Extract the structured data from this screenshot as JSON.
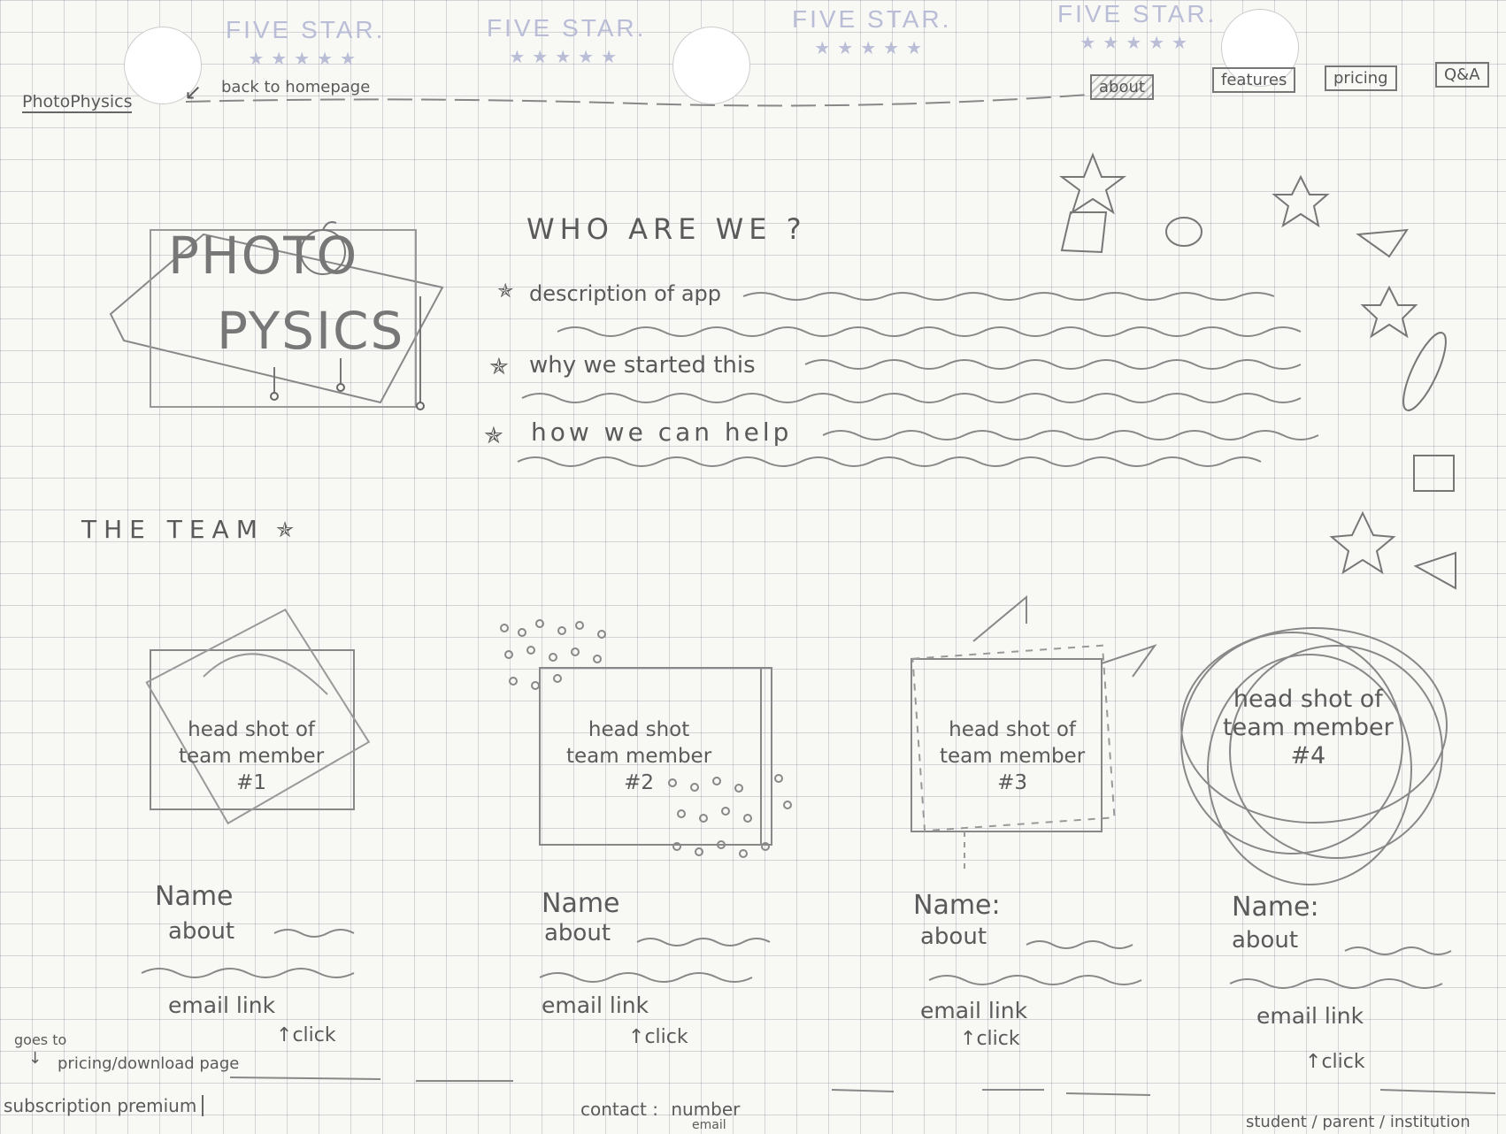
{
  "brand": {
    "name": "FIVE STAR.",
    "stars": "★★★★★"
  },
  "header": {
    "site_logo": "PhotoPhysics",
    "back_note": "back to homepage",
    "nav": [
      {
        "label": "about",
        "active": true
      },
      {
        "label": "features",
        "active": false
      },
      {
        "label": "pricing",
        "active": false
      },
      {
        "label": "Q&A",
        "active": false
      }
    ]
  },
  "hero": {
    "logo_line1": "PHOTO",
    "logo_line2": "PYSICS",
    "heading": "WHO ARE WE ?",
    "points": [
      "description of app",
      "why we started this",
      "how we can help"
    ]
  },
  "team": {
    "heading": "THE TEAM",
    "members": [
      {
        "headshot_line1": "head shot of",
        "headshot_line2": "team member",
        "headshot_line3": "#1",
        "name": "Name",
        "about": "about",
        "email": "email link",
        "click": "click"
      },
      {
        "headshot_line1": "head shot",
        "headshot_line2": "team member",
        "headshot_line3": "#2",
        "name": "Name",
        "about": "about",
        "email": "email link",
        "click": "click"
      },
      {
        "headshot_line1": "head shot of",
        "headshot_line2": "team member",
        "headshot_line3": "#3",
        "name": "Name:",
        "about": "about",
        "email": "email link",
        "click": "click"
      },
      {
        "headshot_line1": "head shot of",
        "headshot_line2": "team member",
        "headshot_line3": "#4",
        "name": "Name:",
        "about": "about",
        "email": "email link",
        "click": "click"
      }
    ]
  },
  "footer": {
    "goes_to_note": "goes to",
    "pricing_note": "pricing/download page",
    "subscription": "subscription premium",
    "contact_label": "contact :",
    "contact_number": "number",
    "contact_email": "email",
    "audience": "student / parent / institution"
  },
  "colors": {
    "pencil": "#5a5a5a",
    "brand_watermark": "#b9bdd6",
    "paper": "#f8f8f5"
  }
}
